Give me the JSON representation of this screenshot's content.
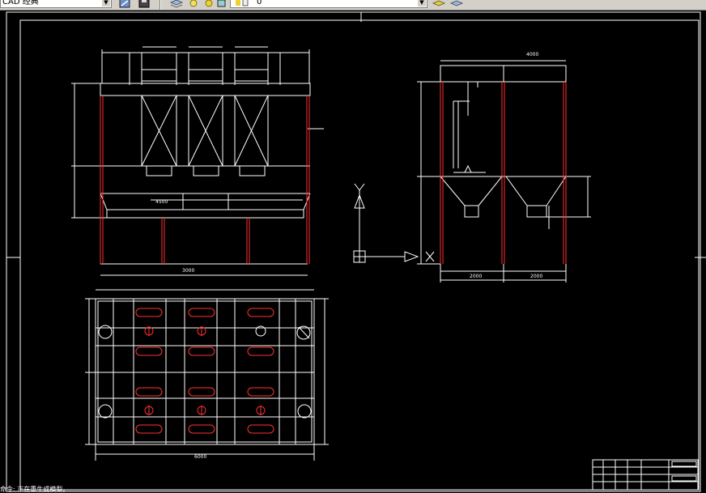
{
  "toolbar": {
    "workspace_value": "CAD 经典",
    "layer_value": "0",
    "icons": [
      "workspace-settings-icon",
      "workspace-save-icon",
      "layer-manager-icon",
      "layer-state-icon",
      "layer-prev-icon",
      "layer-color-icon",
      "make-current-icon",
      "layer-props-icon"
    ]
  },
  "drawing": {
    "x_axis_label": "X",
    "y_axis_label": "Y"
  },
  "colors": {
    "background": "#000000",
    "lines": "#ffffff",
    "accent": "#ff3030",
    "toolbar": "#d4d0c8"
  },
  "command": {
    "text": "命令: 正在重生成模型。"
  }
}
